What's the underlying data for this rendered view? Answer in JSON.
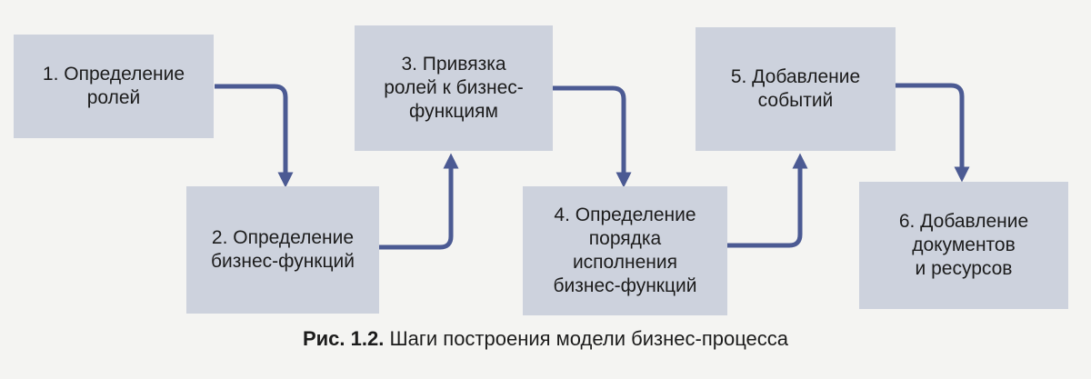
{
  "diagram": {
    "steps": [
      {
        "id": "step-1",
        "text": "1. Определение\nролей"
      },
      {
        "id": "step-2",
        "text": "2. Определение\nбизнес-функций"
      },
      {
        "id": "step-3",
        "text": "3. Привязка\nролей к бизнес-\nфункциям"
      },
      {
        "id": "step-4",
        "text": "4. Определение\nпорядка\nисполнения\nбизнес-функций"
      },
      {
        "id": "step-5",
        "text": "5. Добавление\nсобытий"
      },
      {
        "id": "step-6",
        "text": "6. Добавление\nдокументов\nи ресурсов"
      }
    ],
    "colors": {
      "box": "#cdd2dd",
      "arrow": "#4b5a93",
      "text": "#1c1c1c"
    }
  },
  "caption": {
    "label": "Рис. 1.2.",
    "text": "Шаги построения модели бизнес-процесса"
  }
}
